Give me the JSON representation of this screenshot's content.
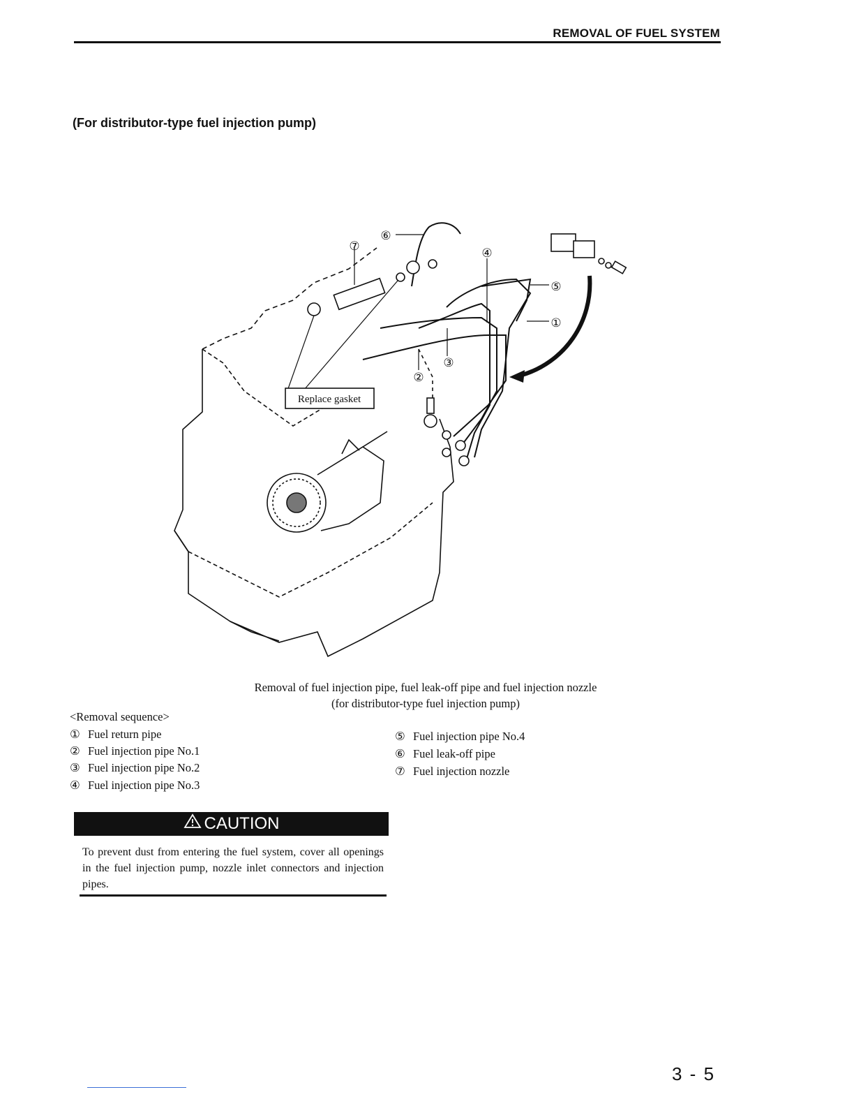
{
  "header": {
    "title": "REMOVAL OF FUEL SYSTEM"
  },
  "subtitle": "(For distributor-type fuel injection pump)",
  "figure": {
    "callout": "Replace gasket",
    "markers": [
      "①",
      "②",
      "③",
      "④",
      "⑤",
      "⑥",
      "⑦"
    ]
  },
  "caption": {
    "line1": "Removal of fuel injection pipe, fuel leak-off pipe and fuel injection nozzle",
    "line2": "(for distributor-type fuel injection pump)"
  },
  "sequence": {
    "heading": "<Removal sequence>",
    "items": [
      {
        "num": "①",
        "label": "Fuel return pipe"
      },
      {
        "num": "②",
        "label": "Fuel injection pipe No.1"
      },
      {
        "num": "③",
        "label": "Fuel injection pipe No.2"
      },
      {
        "num": "④",
        "label": "Fuel injection pipe No.3"
      },
      {
        "num": "⑤",
        "label": "Fuel injection pipe No.4"
      },
      {
        "num": "⑥",
        "label": "Fuel leak-off pipe"
      },
      {
        "num": "⑦",
        "label": "Fuel injection nozzle"
      }
    ]
  },
  "caution": {
    "label": "CAUTION",
    "text": "To prevent dust from entering the fuel system, cover all openings in the fuel injection pump, nozzle inlet connectors and injection pipes."
  },
  "page_number": "3 - 5"
}
